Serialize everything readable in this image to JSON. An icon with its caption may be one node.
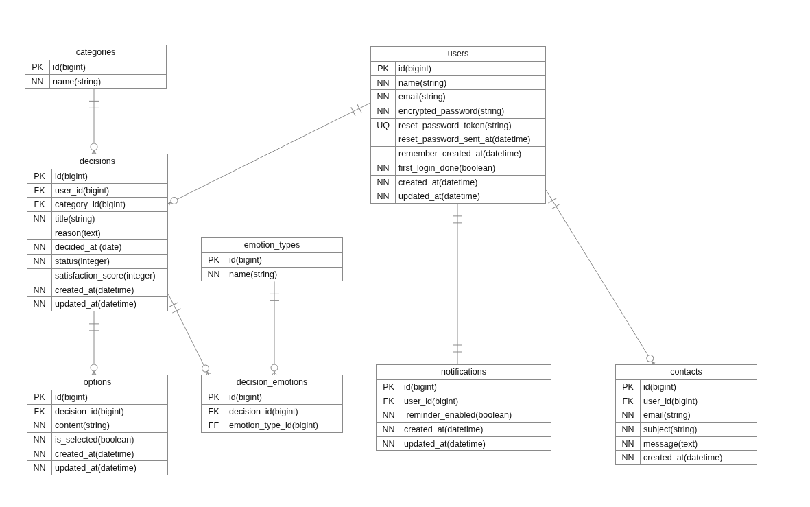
{
  "diagram": {
    "nodes": [
      {
        "text": [
          "categories",
          "PK",
          "id(bigint)",
          "NN",
          "name(string)"
        ]
      },
      {
        "text": [
          "users",
          "PK",
          "id(bigint)",
          "NN",
          "name(string)",
          "NN",
          "email(string)",
          "NN",
          "encrypted_password(string)",
          "UQ",
          "reset_password_token(string)",
          "reset_password_sent_at(datetime)",
          "remember_created_at(datetime)",
          "NN",
          "first_login_done(boolean)",
          "NN",
          "created_at(datetime)",
          "NN",
          "updated_at(datetime)"
        ]
      },
      {
        "text": [
          "decisions",
          "PK",
          "id(bigint)",
          "FK",
          "user_id(bigint)",
          "FK",
          "category_id(bigint)",
          "NN",
          "title(string)",
          "reason(text)",
          "NN",
          "decided_at (date)",
          "NN",
          "status(integer)",
          "satisfaction_score(integer)",
          "NN",
          "created_at(datetime)",
          "NN",
          "updated_at(datetime)"
        ]
      },
      {
        "text": [
          "emotion_types",
          "PK",
          "id(bigint)",
          "NN",
          "name(string)"
        ]
      },
      {
        "text": [
          "options",
          "PK",
          "id(bigint)",
          "FK",
          "decision_id(bigint)",
          "NN",
          "content(string)",
          "NN",
          "is_selected(boolean)",
          "NN",
          "created_at(datetime)",
          "NN",
          "updated_at(datetime)"
        ]
      },
      {
        "text": [
          "decision_emotions",
          "PK",
          "id(bigint)",
          "FK",
          "decision_id(bigint)",
          "FF",
          "emotion_type_id(bigint)"
        ]
      },
      {
        "text": [
          "notifications",
          "PK",
          "id(bigint)",
          "FK",
          "user_id(bigint)",
          "NN",
          " reminder_enabled(boolean)",
          "NN",
          "created_at(datetime)",
          "NN",
          "updated_at(datetime)"
        ]
      },
      {
        "text": [
          "contacts",
          "PK",
          "id(bigint)",
          "FK",
          "user_id(bigint)",
          "NN",
          "email(string)",
          "NN",
          "subject(string)",
          "NN",
          "message(text)",
          "NN",
          "created_at(datetime)"
        ]
      }
    ],
    "edges": [
      {
        "from": 0,
        "to": 2,
        "arrow": "other"
      },
      {
        "from": 1,
        "to": 2,
        "arrow": "other"
      },
      {
        "from": 2,
        "to": 4,
        "arrow": "other"
      },
      {
        "from": 2,
        "to": 5,
        "arrow": "other"
      },
      {
        "from": 3,
        "to": 5,
        "arrow": "other"
      },
      {
        "from": 1,
        "to": 6,
        "arrow": "other"
      },
      {
        "from": 1,
        "to": 7,
        "arrow": "other"
      }
    ]
  }
}
